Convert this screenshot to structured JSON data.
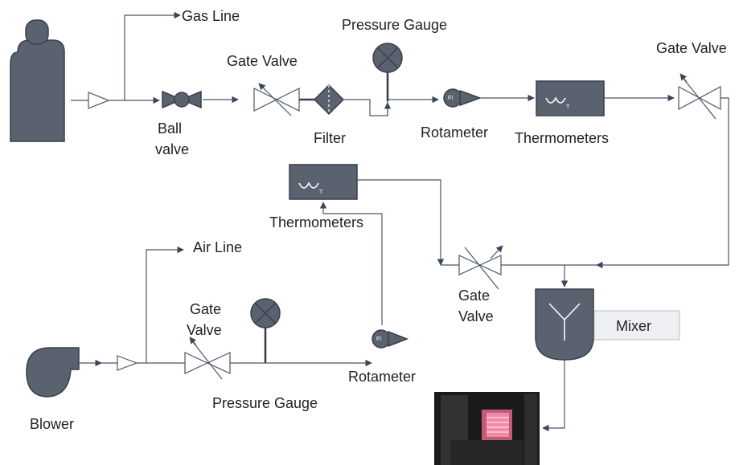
{
  "labels": {
    "gas_line": "Gas Line",
    "air_line": "Air Line",
    "ball_valve_1": "Ball",
    "ball_valve_2": "valve",
    "gate_valve": "Gate Valve",
    "gate_valve_lower_1": "Gate",
    "gate_valve_lower_2": "Valve",
    "gate_valve_air_1": "Gate",
    "gate_valve_air_2": "Valve",
    "gate_valve_right": "Gate Valve",
    "filter": "Filter",
    "pressure_gauge_top": "Pressure Gauge",
    "pressure_gauge_bottom": "Pressure Gauge",
    "rotameter_top": "Rotameter",
    "rotameter_bottom": "Rotameter",
    "thermometers_top": "Thermometers",
    "thermometers_mid": "Thermometers",
    "blower": "Blower",
    "mixer": "Mixer",
    "flow_indicator": "FI",
    "thermo_subscript": "T"
  },
  "colors": {
    "equipment_fill": "#5a6270",
    "equipment_stroke": "#3a3f47",
    "pipe": "#4a5668",
    "mixer_box": "#eef0f3"
  },
  "icons": {
    "gas_cylinder": "cylinder-icon",
    "blower": "blower-icon",
    "flame": "burner-photo-icon"
  }
}
